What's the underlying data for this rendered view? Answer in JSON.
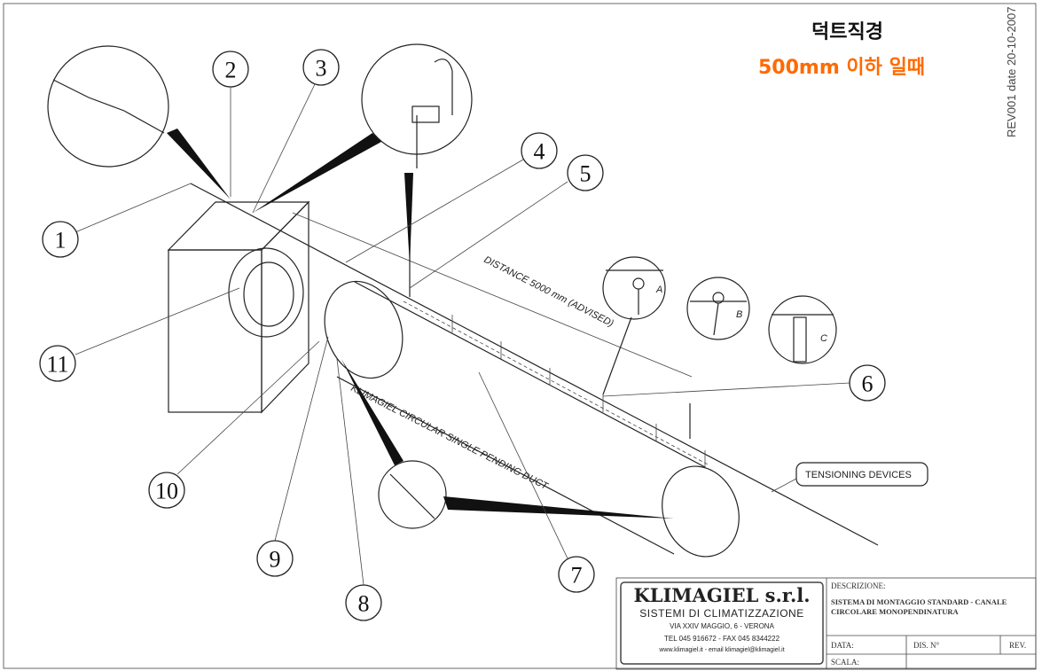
{
  "header": {
    "title": "덕트직경",
    "subtitle": "500mm 이하 일때",
    "subtitle_color": "#ff6a00",
    "revision": "REV001 date  20-10-2007"
  },
  "callouts": [
    "1",
    "2",
    "3",
    "4",
    "5",
    "6",
    "7",
    "8",
    "9",
    "10",
    "11"
  ],
  "labels": {
    "distance": "DISTANCE 5000 mm (ADVISED)",
    "duct": "KLIMAGIEL CIRCULAR SINGLE PENDING DUCT",
    "tensioning": "TENSIONING DEVICES",
    "detail_a": "A",
    "detail_b": "B",
    "detail_c": "C"
  },
  "title_block": {
    "company": "KLIMAGIEL s.r.l.",
    "tagline": "SISTEMI DI CLIMATIZZAZIONE",
    "address": "VIA XXIV MAGGIO, 6 - VERONA",
    "phone": "TEL 045 916672 - FAX 045 8344222",
    "web": "www.klimagiel.it - email klimagiel@klimagiel.it",
    "descr_label": "DESCRIZIONE:",
    "descr_text": "SISTEMA DI MONTAGGIO STANDARD - CANALE CIRCOLARE MONOPENDINATURA",
    "data_label": "DATA:",
    "dis_label": "DIS. N°",
    "rev_label": "REV.",
    "scala_label": "SCALA:"
  }
}
